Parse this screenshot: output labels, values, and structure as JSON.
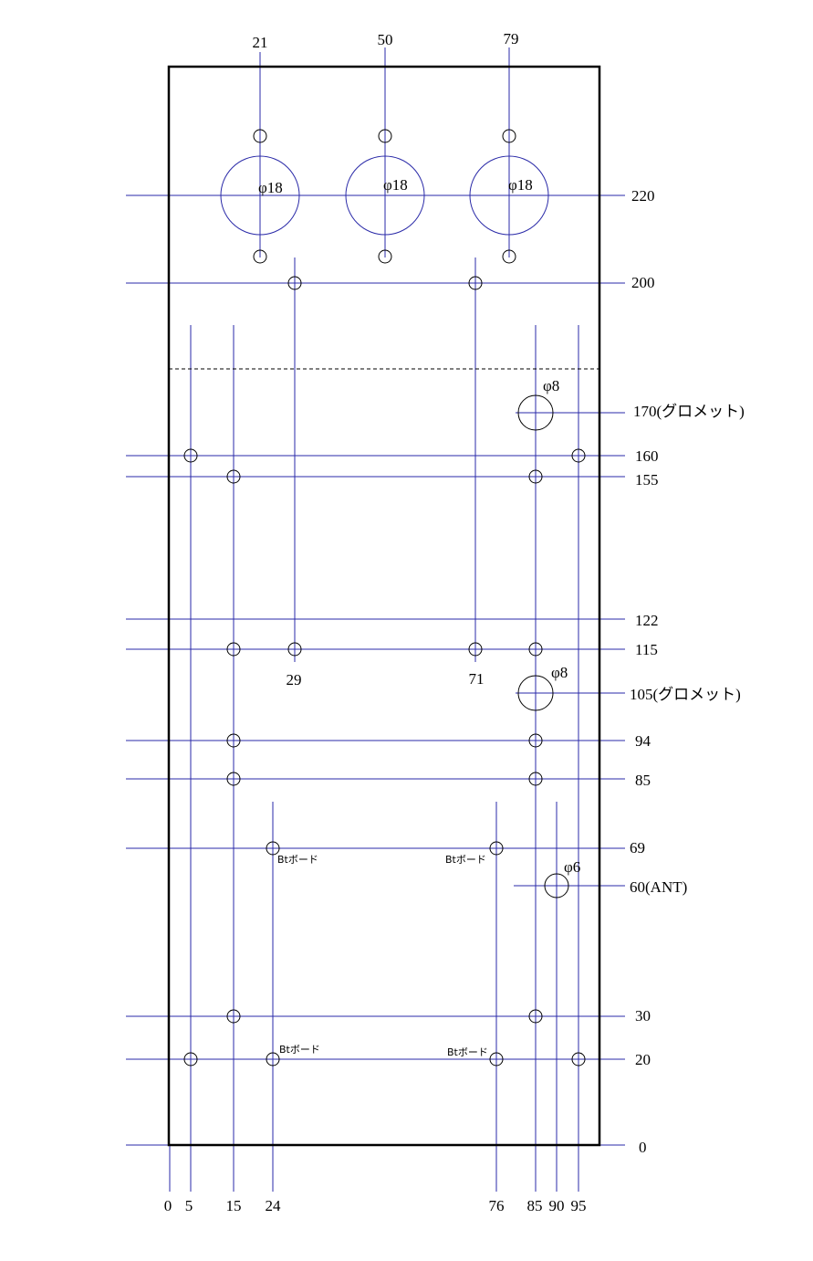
{
  "drawing": {
    "x_labels": [
      "0",
      "5",
      "15",
      "24",
      "76",
      "85",
      "90",
      "95"
    ],
    "top_labels": [
      "21",
      "50",
      "79"
    ],
    "y_labels": [
      "220",
      "200",
      "170(グロメット)",
      "160",
      "155",
      "122",
      "115",
      "105(グロメット)",
      "94",
      "85",
      "69",
      "60(ANT)",
      "30",
      "20",
      "0"
    ],
    "inner_labels": [
      "29",
      "71"
    ],
    "dia_labels": [
      "φ18",
      "φ18",
      "φ18",
      "φ8",
      "φ8",
      "φ6"
    ],
    "board_labels": [
      "Btボード",
      "Btボード",
      "Btボード",
      "Btボード"
    ]
  },
  "colors": {
    "guide": "#2a2aa8",
    "outline": "#000000"
  }
}
